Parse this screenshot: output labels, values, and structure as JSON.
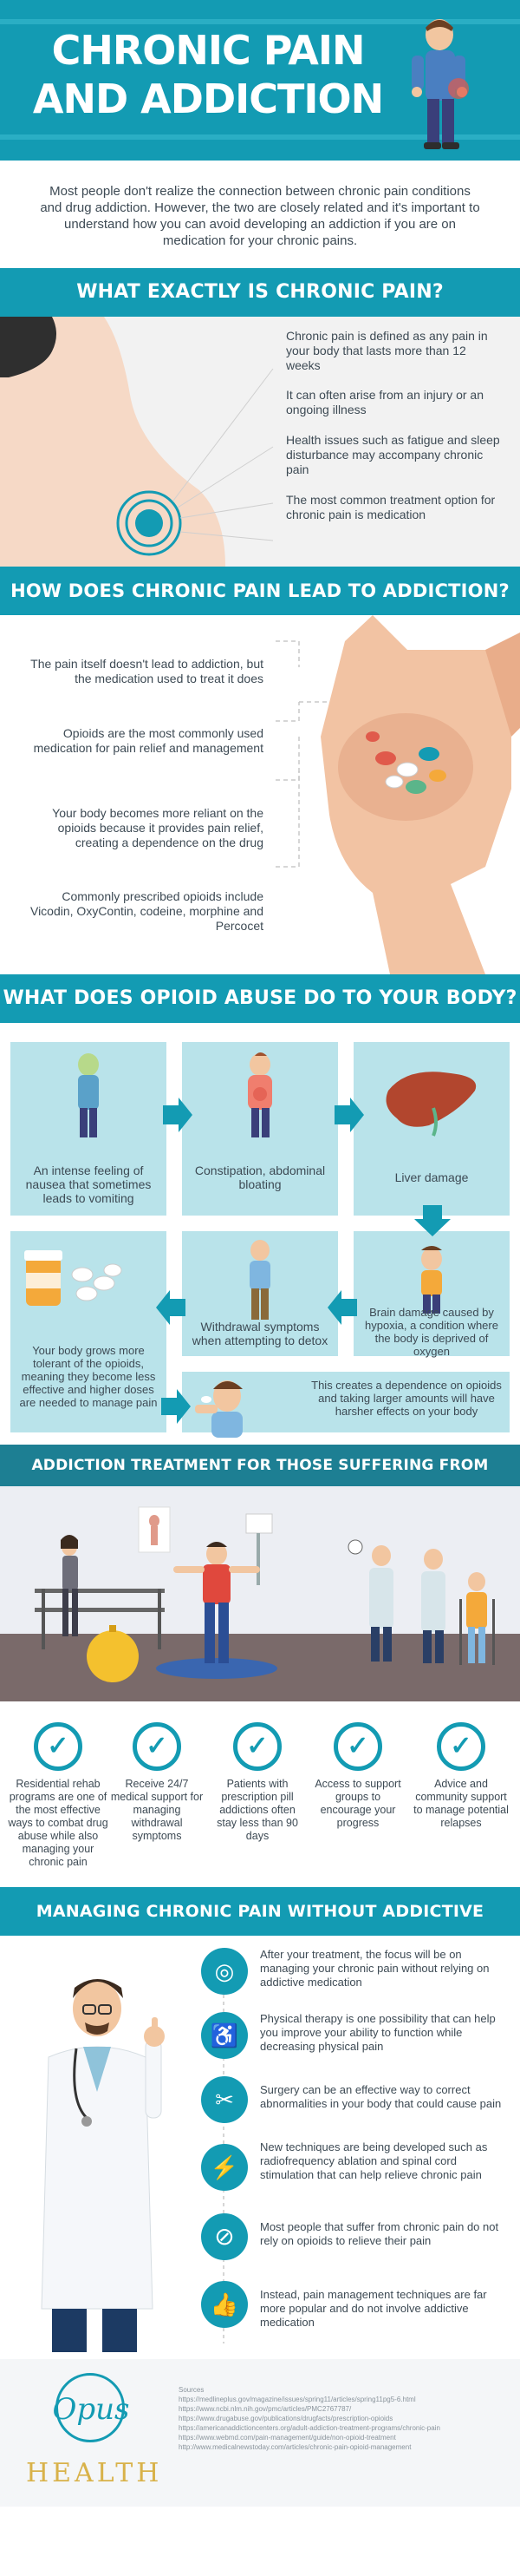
{
  "header": {
    "title_line1": "CHRONIC PAIN",
    "title_line2": "AND ADDICTION",
    "intro": "Most people don't realize the connection between chronic pain conditions and drug addiction. However, the two are closely related and it's important to understand how you can avoid developing an addiction if you are on medication for your chronic pains."
  },
  "section1": {
    "title": "WHAT EXACTLY IS CHRONIC PAIN?",
    "facts": [
      "Chronic pain is defined as any pain in your body that lasts more than 12 weeks",
      "It can often arise from an injury or an ongoing illness",
      "Health issues such as fatigue and sleep disturbance may accompany chronic pain",
      "The most common treatment option for chronic pain is medication"
    ]
  },
  "section2": {
    "title": "HOW DOES CHRONIC PAIN LEAD TO ADDICTION?",
    "facts": [
      "The pain itself doesn't lead to addiction, but the medication used to treat it does",
      "Opioids are the most commonly used medication for pain relief and management",
      "Your body becomes more reliant on the opioids because it provides pain relief, creating a dependence on the drug",
      "Commonly prescribed opioids include Vicodin, OxyContin, codeine, morphine and Percocet"
    ]
  },
  "section3": {
    "title": "WHAT DOES OPIOID ABUSE DO TO YOUR BODY?",
    "steps": [
      "An intense feeling of nausea that sometimes leads to vomiting",
      "Constipation, abdominal bloating",
      "Liver damage",
      "Brain damage caused by hypoxia, a condition where the body is deprived of oxygen",
      "Withdrawal symptoms when attempting to detox",
      "Your body grows more tolerant of the opioids, meaning they become less effective and higher doses are needed to manage pain",
      "This creates a dependence on opioids and taking larger amounts will have harsher effects on your body"
    ]
  },
  "section4": {
    "title": "ADDICTION TREATMENT FOR THOSE SUFFERING FROM CHRONIC PAIN",
    "items": [
      "Residential rehab programs are one of the most effective ways to combat drug abuse while also managing your chronic pain",
      "Receive 24/7 medical support for managing withdrawal symptoms",
      "Patients with prescription pill addictions often stay less than 90 days",
      "Access to support groups to encourage your progress",
      "Advice and community support to manage potential relapses"
    ]
  },
  "section5": {
    "title": "MANAGING CHRONIC PAIN WITHOUT ADDICTIVE MEDICATION",
    "items": [
      {
        "icon": "target-icon",
        "text": "After your treatment, the focus will be on managing your chronic pain without relying on addictive medication"
      },
      {
        "icon": "physical-therapy-icon",
        "text": "Physical therapy is one possibility that can help you improve your ability to function while decreasing physical pain"
      },
      {
        "icon": "surgery-icon",
        "text": "Surgery can be an effective way to correct abnormalities in your body that could cause pain"
      },
      {
        "icon": "radio-frequency-icon",
        "text": "New techniques are being developed such as radiofrequency ablation and spinal cord stimulation that can help relieve chronic pain"
      },
      {
        "icon": "no-pills-icon",
        "text": "Most people that suffer from chronic pain do not rely on opioids to relieve their pain"
      },
      {
        "icon": "thumbs-up-icon",
        "text": "Instead, pain management techniques are far more popular and do not involve addictive medication"
      }
    ]
  },
  "footer": {
    "logo_script": "Opus",
    "logo_word": "HEALTH",
    "sources_label": "Sources",
    "sources": [
      "https://medlineplus.gov/magazine/issues/spring11/articles/spring11pg5-6.html",
      "https://www.ncbi.nlm.nih.gov/pmc/articles/PMC2767787/",
      "https://www.drugabuse.gov/publications/drugfacts/prescription-opioids",
      "https://americanaddictioncenters.org/adult-addiction-treatment-programs/chronic-pain",
      "https://www.webmd.com/pain-management/guide/non-opioid-treatment",
      "http://www.medicalnewstoday.com/articles/chronic-pain-opioid-management"
    ]
  },
  "colors": {
    "teal": "#139bb3",
    "dark_teal": "#1d7f93",
    "light_panel": "#b9e3ea",
    "text": "#3d4a54",
    "gold": "#d8b24a"
  }
}
